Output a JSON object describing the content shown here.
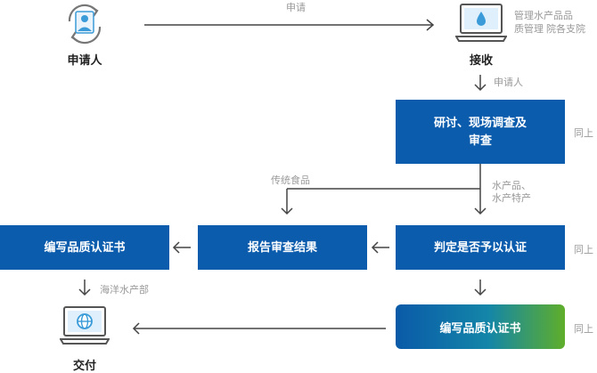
{
  "nodes": {
    "applicant": {
      "label": "申请人"
    },
    "receive": {
      "label": "接收"
    },
    "research_review": {
      "line1": "研讨、现场调查及",
      "line2": "审查"
    },
    "judge": {
      "label": "判定是否予以认证"
    },
    "report": {
      "label": "报告审查结果"
    },
    "write_left": {
      "label": "编写品质认证书"
    },
    "write_right": {
      "label": "编写品质认证书"
    },
    "deliver": {
      "label": "交付"
    }
  },
  "edges": {
    "apply": "申请",
    "applicant_again": "申请人",
    "traditional_food": "传统食品",
    "aquatic_line1": "水产品、",
    "aquatic_line2": "水产特产",
    "ocean_ministry": "海洋水产部"
  },
  "side_notes": {
    "receive_line1": "管理水产品品",
    "receive_line2": "质管理 院各支院",
    "same1": "同上",
    "same2": "同上",
    "same3": "同上"
  },
  "colors": {
    "box_blue": "#0b5cad",
    "gradient_start": "#0a5aa8",
    "gradient_end": "#5fae2a",
    "icon_teal": "#3a9bd8",
    "arrow": "#444444",
    "muted_text": "#999999"
  }
}
